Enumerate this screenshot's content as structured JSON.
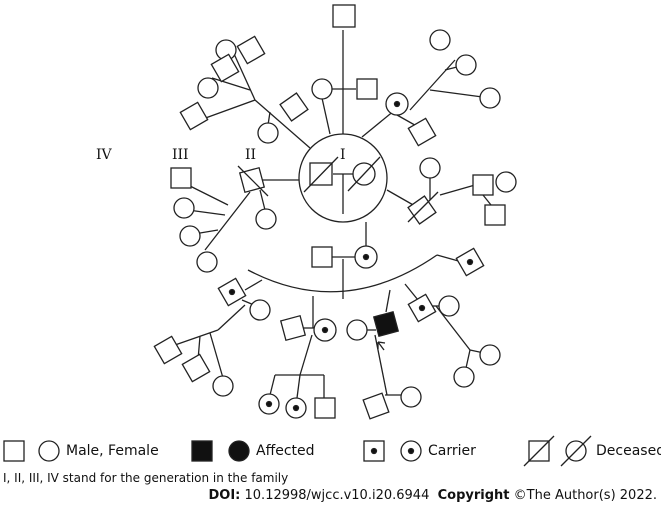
{
  "generations": {
    "g4": "IV",
    "g3": "III",
    "g2": "II",
    "g1": "I"
  },
  "legend": {
    "male_female": "Male, Female",
    "affected": "Affected",
    "carrier": "Carrier",
    "deceased": "Deceased"
  },
  "note": "I, II, III, IV  stand for the generation in the family",
  "citation": {
    "doi_label": "DOI:",
    "doi": "10.12998/wjcc.v10.i20.6944",
    "copyright_label": "Copyright",
    "copyright_text": "©The Author(s) 2022."
  },
  "colors": {
    "stroke": "#222222",
    "fill_affected": "#111111",
    "background": "#ffffff"
  }
}
